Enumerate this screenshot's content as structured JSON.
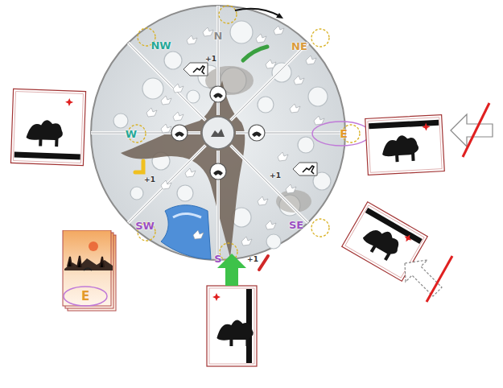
{
  "diagram": {
    "nodes": [
      {
        "text": [
          "E"
        ]
      }
    ],
    "labels": [
      "N",
      "NE",
      "E",
      "SE",
      "S",
      "SW",
      "W",
      "NW",
      "+1",
      "+1",
      "+1",
      "+1"
    ]
  }
}
